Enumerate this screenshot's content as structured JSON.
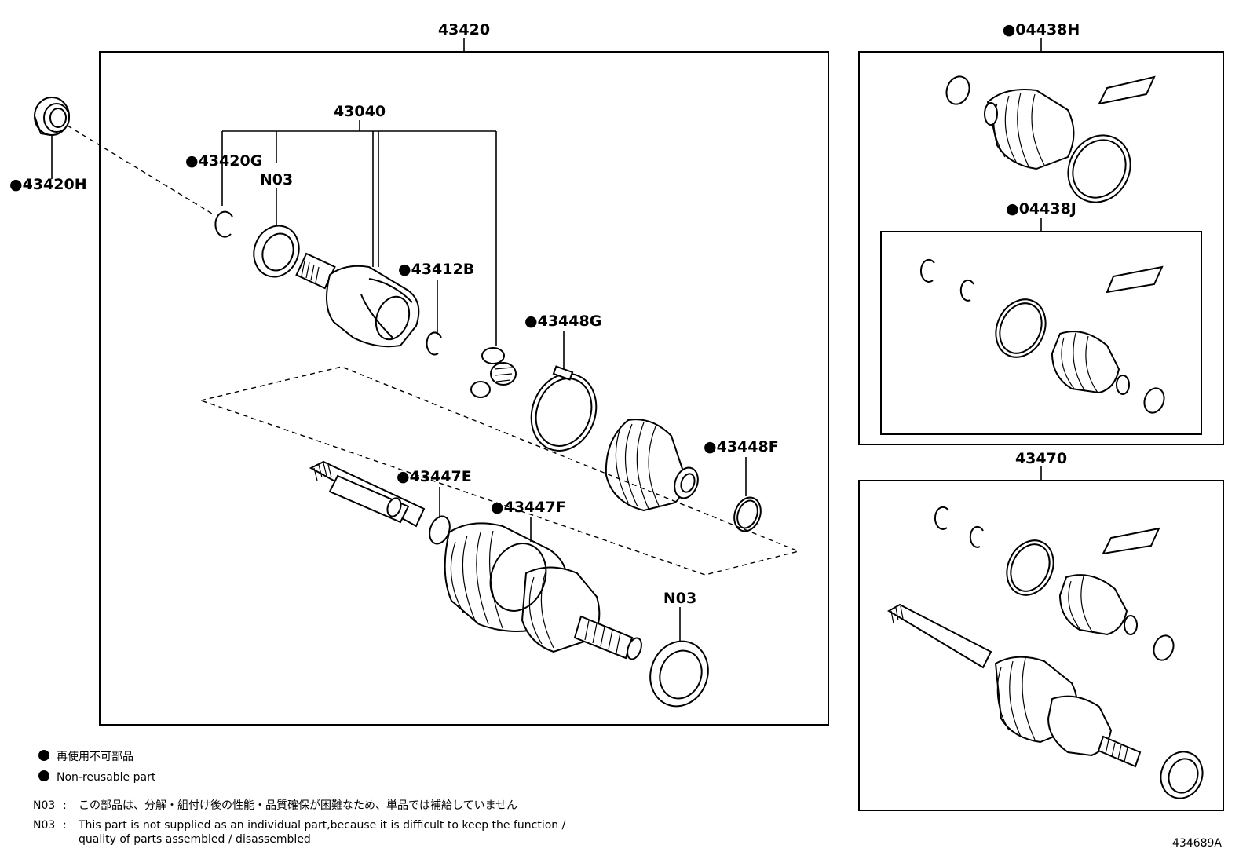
{
  "diagram": {
    "main_group": "43420",
    "joint_group": "43040",
    "side_group_top": "04438H",
    "side_group_inner": "04438J",
    "side_group_bottom": "43470",
    "callouts": {
      "bearing": "43420H",
      "snap_ring": "43420G",
      "seal_top": "N03",
      "snap_ring_b": "43412B",
      "clamp_g": "43448G",
      "clamp_f": "43448F",
      "clamp_e": "43447E",
      "clamp_f2": "43447F",
      "seal_bottom": "N03"
    },
    "non_reusable_marker": "●",
    "figure_id": "434689A"
  },
  "legend": {
    "jp": "再使用不可部品",
    "en": "Non-reusable part"
  },
  "notes": {
    "code": "N03",
    "sep": ":",
    "jp": "この部品は、分解・組付け後の性能・品質確保が困難なため、単品では補給していません",
    "en_line1": "This part is not supplied as an individual part,because it is difficult to keep the function /",
    "en_line2": "quality of parts assembled / disassembled"
  }
}
